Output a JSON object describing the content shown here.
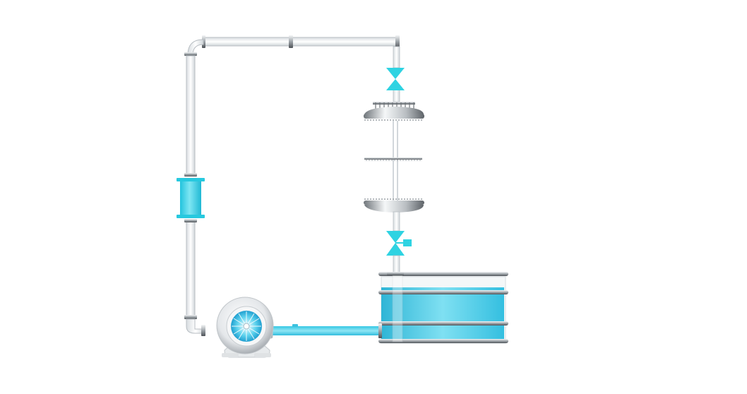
{
  "diagram": {
    "kind": "process-flow",
    "background": "#ffffff",
    "colors": {
      "liquid": "#3cc8e6",
      "liquid_light": "#7fe0f2",
      "valve": "#2fd3e2",
      "metal_dark": "#8a8f94",
      "metal_light": "#eef1f3",
      "pipe_outline": "#b8bec3"
    },
    "components": [
      {
        "id": "horizontal-pipe-top",
        "type": "pipe"
      },
      {
        "id": "pipe-elbow",
        "type": "elbow"
      },
      {
        "id": "vertical-pipe-left",
        "type": "pipe"
      },
      {
        "id": "flow-meter",
        "type": "inline-filter"
      },
      {
        "id": "top-valve",
        "type": "gate-valve"
      },
      {
        "id": "column-head",
        "type": "vessel-head"
      },
      {
        "id": "column-tray",
        "type": "tray"
      },
      {
        "id": "column-bottom",
        "type": "vessel-head"
      },
      {
        "id": "control-valve",
        "type": "actuated-valve"
      },
      {
        "id": "storage-tank",
        "type": "tank",
        "fill_level": 0.82
      },
      {
        "id": "centrifugal-pump",
        "type": "pump"
      },
      {
        "id": "discharge-pipe",
        "type": "pipe"
      }
    ]
  }
}
